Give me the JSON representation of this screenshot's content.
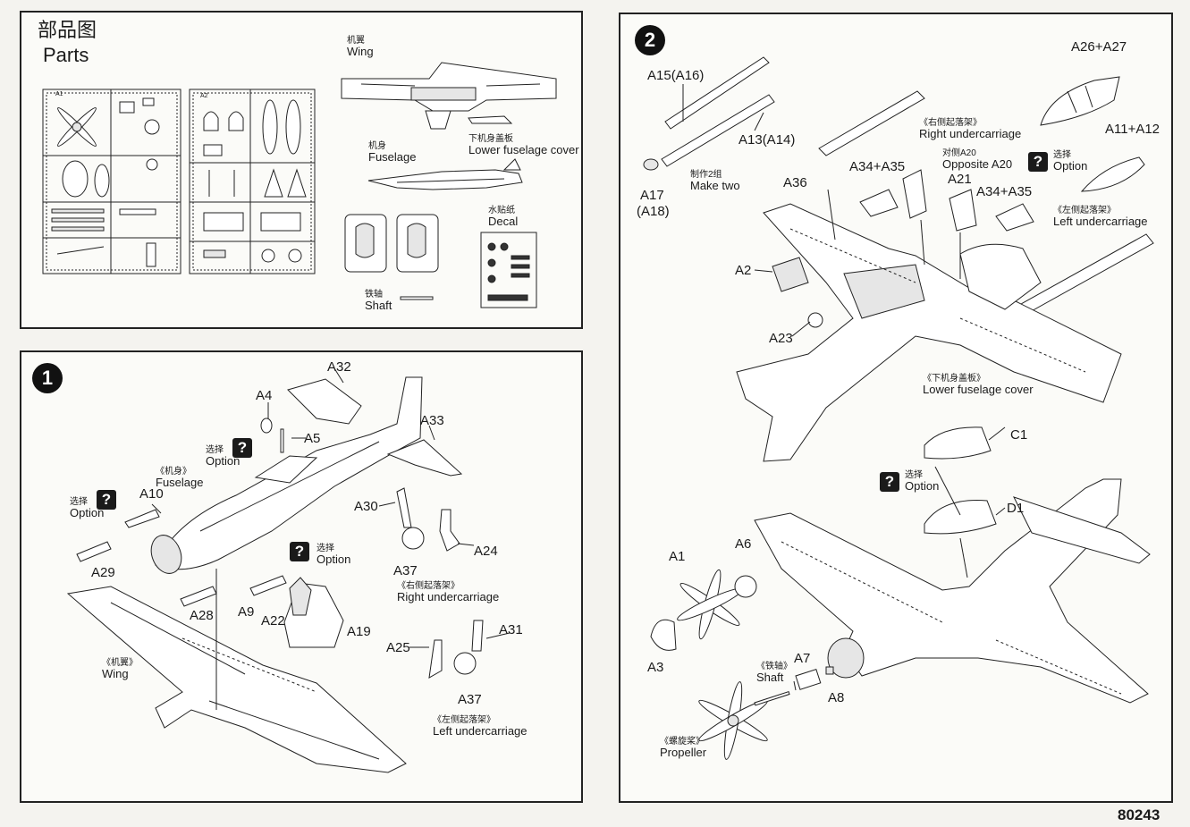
{
  "parts_panel": {
    "title_zh": "部品图",
    "title_en": "Parts",
    "sprue_a1": "A1",
    "sprue_a2": "A2",
    "wing": {
      "zh": "机翼",
      "en": "Wing"
    },
    "fuselage": {
      "zh": "机身",
      "en": "Fuselage"
    },
    "lower_cover": {
      "zh": "下机身盖板",
      "en": "Lower fuselage cover"
    },
    "decal": {
      "zh": "水贴纸",
      "en": "Decal"
    },
    "shaft": {
      "zh": "铁轴",
      "en": "Shaft"
    }
  },
  "step1": {
    "number": "1",
    "labels": {
      "a32": "A32",
      "a4": "A4",
      "a5": "A5",
      "a33": "A33",
      "a10": "A10",
      "a29": "A29",
      "a30": "A30",
      "a24": "A24",
      "a37a": "A37",
      "a28": "A28",
      "a9": "A9",
      "a22": "A22",
      "a19": "A19",
      "a25": "A25",
      "a31": "A31",
      "a37b": "A37"
    },
    "option1": {
      "zh": "选择",
      "en": "Option"
    },
    "option2": {
      "zh": "选择",
      "en": "Option"
    },
    "option3": {
      "zh": "选择",
      "en": "Option"
    },
    "fuselage": {
      "zh": "《机身》",
      "en": "Fuselage"
    },
    "wing": {
      "zh": "《机翼》",
      "en": "Wing"
    },
    "right_uc": {
      "zh": "《右侧起落架》",
      "en": "Right undercarriage"
    },
    "left_uc": {
      "zh": "《左侧起落架》",
      "en": "Left undercarriage"
    }
  },
  "step2": {
    "number": "2",
    "labels": {
      "a15": "A15(A16)",
      "a26": "A26+A27",
      "a11": "A11+A12",
      "a13": "A13(A14)",
      "a17": "A17",
      "a18": "(A18)",
      "a36": "A36",
      "a34a": "A34+A35",
      "a21": "A21",
      "a34b": "A34+A35",
      "a2": "A2",
      "a23": "A23",
      "c1": "C1",
      "d1": "D1",
      "a1": "A1",
      "a6": "A6",
      "a3": "A3",
      "a7": "A7",
      "a8": "A8"
    },
    "make_two": {
      "zh": "制作2组",
      "en": "Make two"
    },
    "right_uc": {
      "zh": "《右侧起落架》",
      "en": "Right undercarriage"
    },
    "opposite": {
      "zh": "对侧A20",
      "en": "Opposite A20"
    },
    "option_top": {
      "zh": "选择",
      "en": "Option"
    },
    "left_uc": {
      "zh": "《左侧起落架》",
      "en": "Left undercarriage"
    },
    "lower_cover": {
      "zh": "《下机身盖板》",
      "en": "Lower fuselage cover"
    },
    "option_canopy": {
      "zh": "选择",
      "en": "Option"
    },
    "shaft": {
      "zh": "《铁轴》",
      "en": "Shaft"
    },
    "propeller": {
      "zh": "《螺旋桨》",
      "en": "Propeller"
    }
  },
  "question_icon": "?",
  "kit_number": "80243"
}
